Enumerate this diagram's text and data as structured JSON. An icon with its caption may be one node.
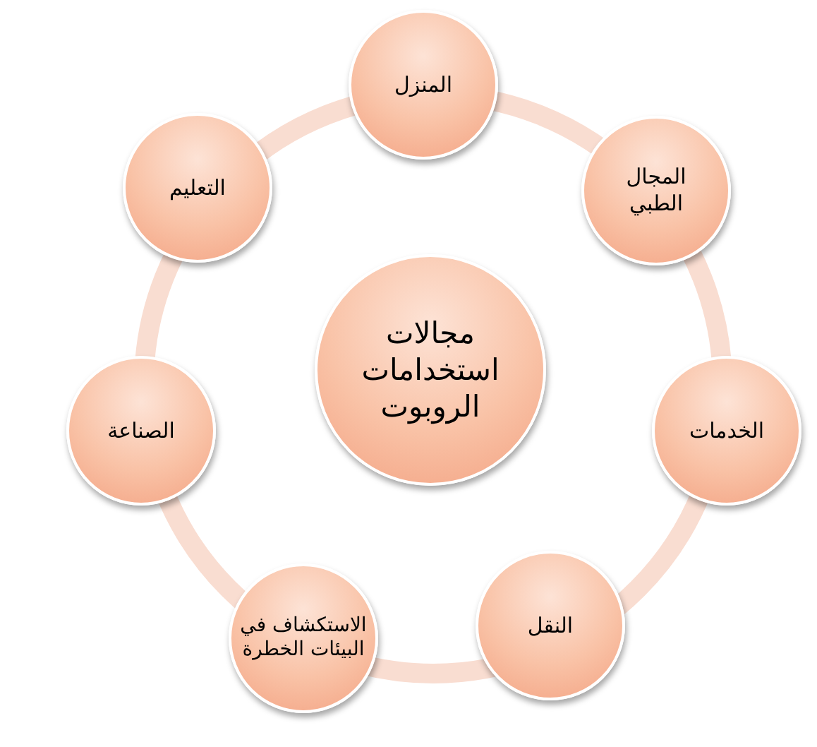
{
  "diagram": {
    "nodes": [
      {
        "text": [
          "مجالات استخدامات الروبوت"
        ]
      },
      {
        "text": [
          "المنزل"
        ]
      },
      {
        "text": [
          "المجال الطبي"
        ]
      },
      {
        "text": [
          "الخدمات"
        ]
      },
      {
        "text": [
          "النقل"
        ]
      },
      {
        "text": [
          "الاستكشاف في البيئات الخطرة"
        ]
      },
      {
        "text": [
          "الصناعة"
        ]
      },
      {
        "text": [
          "التعليم"
        ]
      }
    ]
  }
}
